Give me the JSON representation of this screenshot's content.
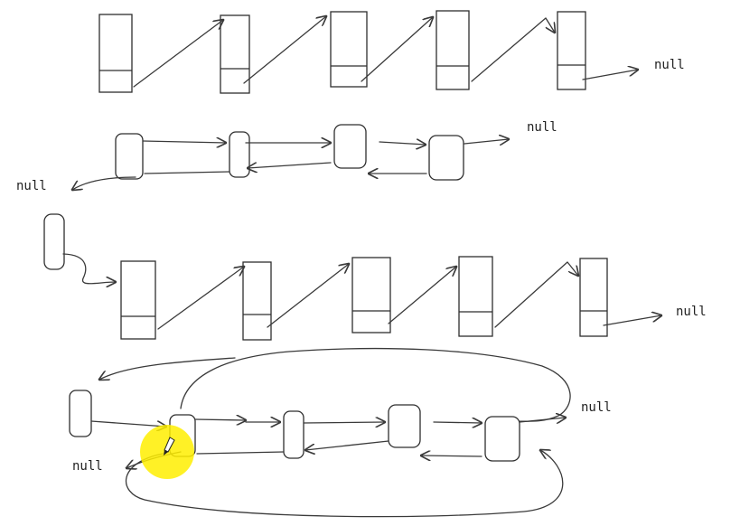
{
  "labels": {
    "null_row1": "null",
    "null_row2_right": "null",
    "null_row2_left": "null",
    "null_row3": "null",
    "null_row4_right": "null",
    "null_row4_left": "null"
  },
  "colors": {
    "ink": "#2e2e2e",
    "highlight": "#ffee00",
    "background": "#ffffff"
  },
  "icons": {
    "cursor": "pencil-cursor-icon"
  }
}
